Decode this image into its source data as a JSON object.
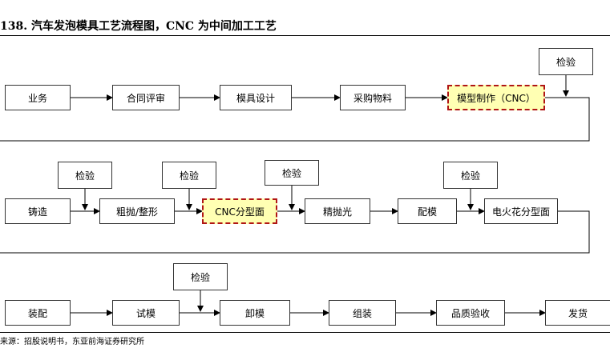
{
  "title": "138. 汽车发泡模具工艺流程图，CNC 为中间加工工艺",
  "source": "来源：招股说明书，东亚前海证券研究所",
  "flow": {
    "row1": [
      "业务",
      "合同评审",
      "模具设计",
      "采购物料",
      "模型制作（CNC）"
    ],
    "row2": [
      "铸造",
      "粗抛/整形",
      "CNC分型面",
      "精抛光",
      "配模",
      "电火花分型面"
    ],
    "row3": [
      "装配",
      "试模",
      "卸模",
      "组装",
      "品质验收",
      "发货"
    ],
    "inspection": "检验"
  }
}
